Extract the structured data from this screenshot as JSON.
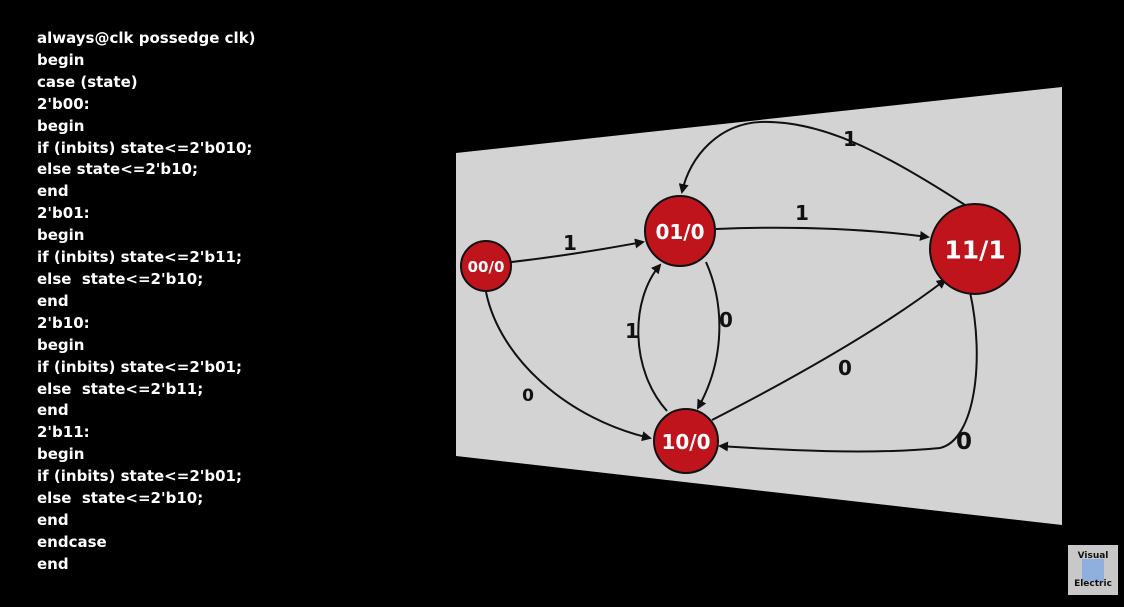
{
  "code_lines": [
    "always@clk possedge clk)",
    "begin",
    "case (state)",
    "2'b00:",
    "begin",
    "if (inbits) state<=2'b010;",
    "else state<=2'b10;",
    "end",
    "2'b01:",
    "begin",
    "if (inbits) state<=2'b11;",
    "else  state<=2'b10;",
    "end",
    "2'b10:",
    "begin",
    "if (inbits) state<=2'b01;",
    "else  state<=2'b11;",
    "end",
    "2'b11:",
    "begin",
    "if (inbits) state<=2'b01;",
    "else  state<=2'b10;",
    "end",
    "endcase",
    "end"
  ],
  "diagram": {
    "node_color": "#c0141c",
    "panel_color": "#d3d3d3",
    "nodes": {
      "s00": "00/0",
      "s01": "01/0",
      "s11": "11/1",
      "s10": "10/0"
    },
    "edges": [
      {
        "from": "00/0",
        "to": "01/0",
        "label": "1"
      },
      {
        "from": "01/0",
        "to": "11/1",
        "label": "1"
      },
      {
        "from": "11/1",
        "to": "01/0",
        "label": "1"
      },
      {
        "from": "00/0",
        "to": "10/0",
        "label": "0"
      },
      {
        "from": "01/0",
        "to": "10/0",
        "label": "0"
      },
      {
        "from": "10/0",
        "to": "01/0",
        "label": "1"
      },
      {
        "from": "10/0",
        "to": "11/1",
        "label": "0"
      },
      {
        "from": "11/1",
        "to": "10/0",
        "label": "0"
      }
    ]
  },
  "logo": {
    "line1": "Visual",
    "line2": "Electric"
  }
}
